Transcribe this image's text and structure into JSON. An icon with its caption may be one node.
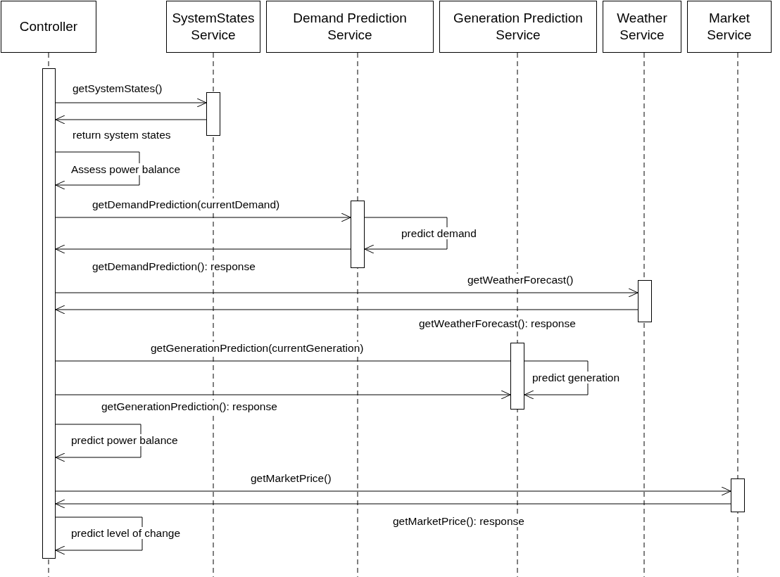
{
  "diagram": {
    "nodes": [
      {
        "text": [
          "Controller"
        ]
      },
      {
        "text": [
          "SystemStates Service"
        ]
      },
      {
        "text": [
          "Demand Prediction Service"
        ]
      },
      {
        "text": [
          "Generation Prediction Service"
        ]
      },
      {
        "text": [
          "Weather Service"
        ]
      },
      {
        "text": [
          "Market Service"
        ]
      },
      {
        "text": [],
        "shape": "bar"
      },
      {
        "text": [],
        "shape": "bar"
      },
      {
        "text": [],
        "shape": "bar"
      },
      {
        "text": [],
        "shape": "bar"
      },
      {
        "text": [],
        "shape": "bar"
      },
      {
        "text": [],
        "shape": "bar"
      }
    ],
    "edges": [
      {
        "from": 6,
        "to": 7,
        "arrow": "to",
        "label": "getSystemStates()"
      },
      {
        "from": 7,
        "to": 6,
        "arrow": "to",
        "label": "return system states"
      },
      {
        "from": 6,
        "to": 6,
        "arrow": "to",
        "label": "Assess power balance"
      },
      {
        "from": 6,
        "to": 8,
        "arrow": "to",
        "label": "getDemandPrediction(currentDemand)"
      },
      {
        "from": 8,
        "to": 8,
        "arrow": "to",
        "label": "predict demand"
      },
      {
        "from": 8,
        "to": 6,
        "arrow": "to",
        "label": "getDemandPrediction(): response"
      },
      {
        "from": 6,
        "to": 9,
        "arrow": "to",
        "label": "getWeatherForecast()"
      },
      {
        "from": 9,
        "to": 6,
        "arrow": "to",
        "label": "getWeatherForecast(): response"
      },
      {
        "from": 6,
        "to": 10,
        "arrow": "none",
        "label": "getGenerationPrediction(currentGeneration)"
      },
      {
        "from": 10,
        "to": 10,
        "arrow": "to",
        "label": "predict generation"
      },
      {
        "from": 6,
        "to": 10,
        "arrow": "to",
        "label": "getGenerationPrediction(): response"
      },
      {
        "from": 6,
        "to": 6,
        "arrow": "to",
        "label": "predict power balance"
      },
      {
        "from": 6,
        "to": 11,
        "arrow": "to",
        "label": "getMarketPrice()"
      },
      {
        "from": 11,
        "to": 6,
        "arrow": "to",
        "label": "getMarketPrice(): response"
      },
      {
        "from": 6,
        "to": 6,
        "arrow": "to",
        "label": "predict level of change"
      }
    ]
  }
}
